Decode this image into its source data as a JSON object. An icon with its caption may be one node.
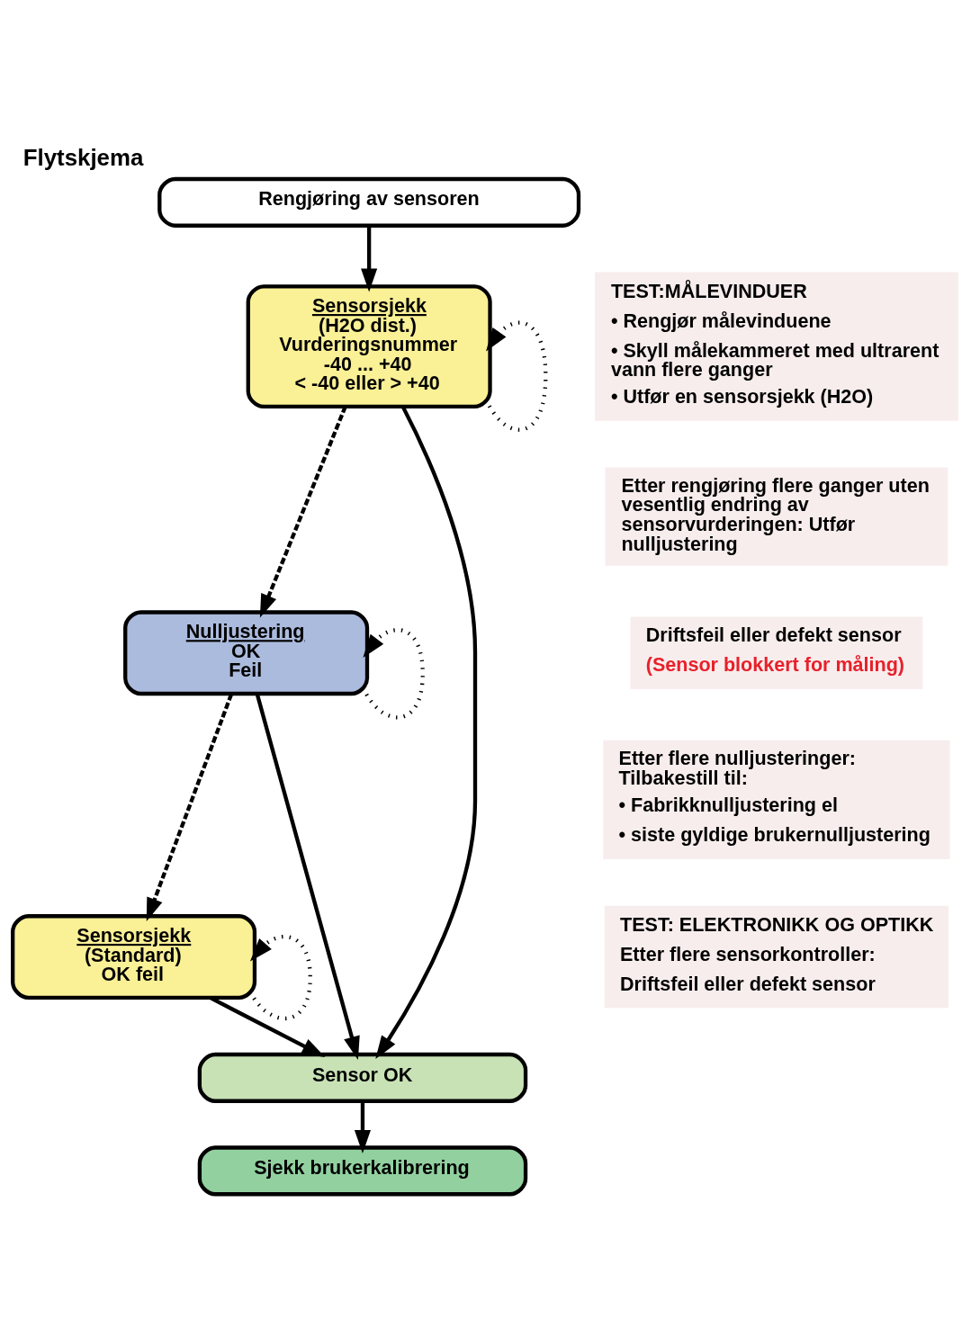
{
  "diagram": {
    "title": "Flytskjema",
    "nodes": [
      {
        "text": [
          "Rengjøring av sensoren"
        ]
      },
      {
        "text": [
          "Sensorsjekk",
          "(H2O dist.)",
          "Vurderingsnummer",
          "-40 ... +40",
          "< -40 eller > +40"
        ]
      },
      {
        "text": [
          "Nulljustering",
          "OK",
          "Feil"
        ]
      },
      {
        "text": [
          "Sensorsjekk",
          "(Standard)",
          "OK feil"
        ]
      },
      {
        "text": [
          "Sensor OK"
        ]
      },
      {
        "text": [
          "Sjekk brukerkalibrering"
        ]
      }
    ],
    "edges": [
      {
        "from": 0,
        "to": 1,
        "arrow": "to"
      },
      {
        "from": 1,
        "to": 1,
        "arrow": "to",
        "style": "dashed"
      },
      {
        "from": 1,
        "to": 2,
        "arrow": "to",
        "style": "dashed"
      },
      {
        "from": 2,
        "to": 2,
        "arrow": "to",
        "style": "dashed"
      },
      {
        "from": 2,
        "to": 3,
        "arrow": "to",
        "style": "dashed"
      },
      {
        "from": 3,
        "to": 3,
        "arrow": "to",
        "style": "dashed"
      },
      {
        "from": 1,
        "to": 4,
        "arrow": "to"
      },
      {
        "from": 2,
        "to": 4,
        "arrow": "to"
      },
      {
        "from": 3,
        "to": 4,
        "arrow": "to"
      },
      {
        "from": 4,
        "to": 5,
        "arrow": "to"
      }
    ],
    "labels": [
      "TEST:MÅLEVINDUER",
      "• Rengjør målevinduene",
      "• Skyll målekammeret med ultrarent vann flere ganger",
      "• Utfør en sensorsjekk (H2O)",
      "Etter rengjøring flere ganger uten vesentlig endring av sensorvurderingen: Utfør nulljustering",
      "Driftsfeil eller defekt sensor",
      "(Sensor blokkert for måling)",
      "Etter flere nulljusteringer: Tilbakestill til:",
      "• Fabrikknulljustering el",
      "• siste gyldige brukernulljustering",
      "TEST: ELEKTRONIKK OG OPTIKK",
      "Etter flere sensorkontroller:",
      "Driftsfeil eller defekt sensor"
    ]
  }
}
